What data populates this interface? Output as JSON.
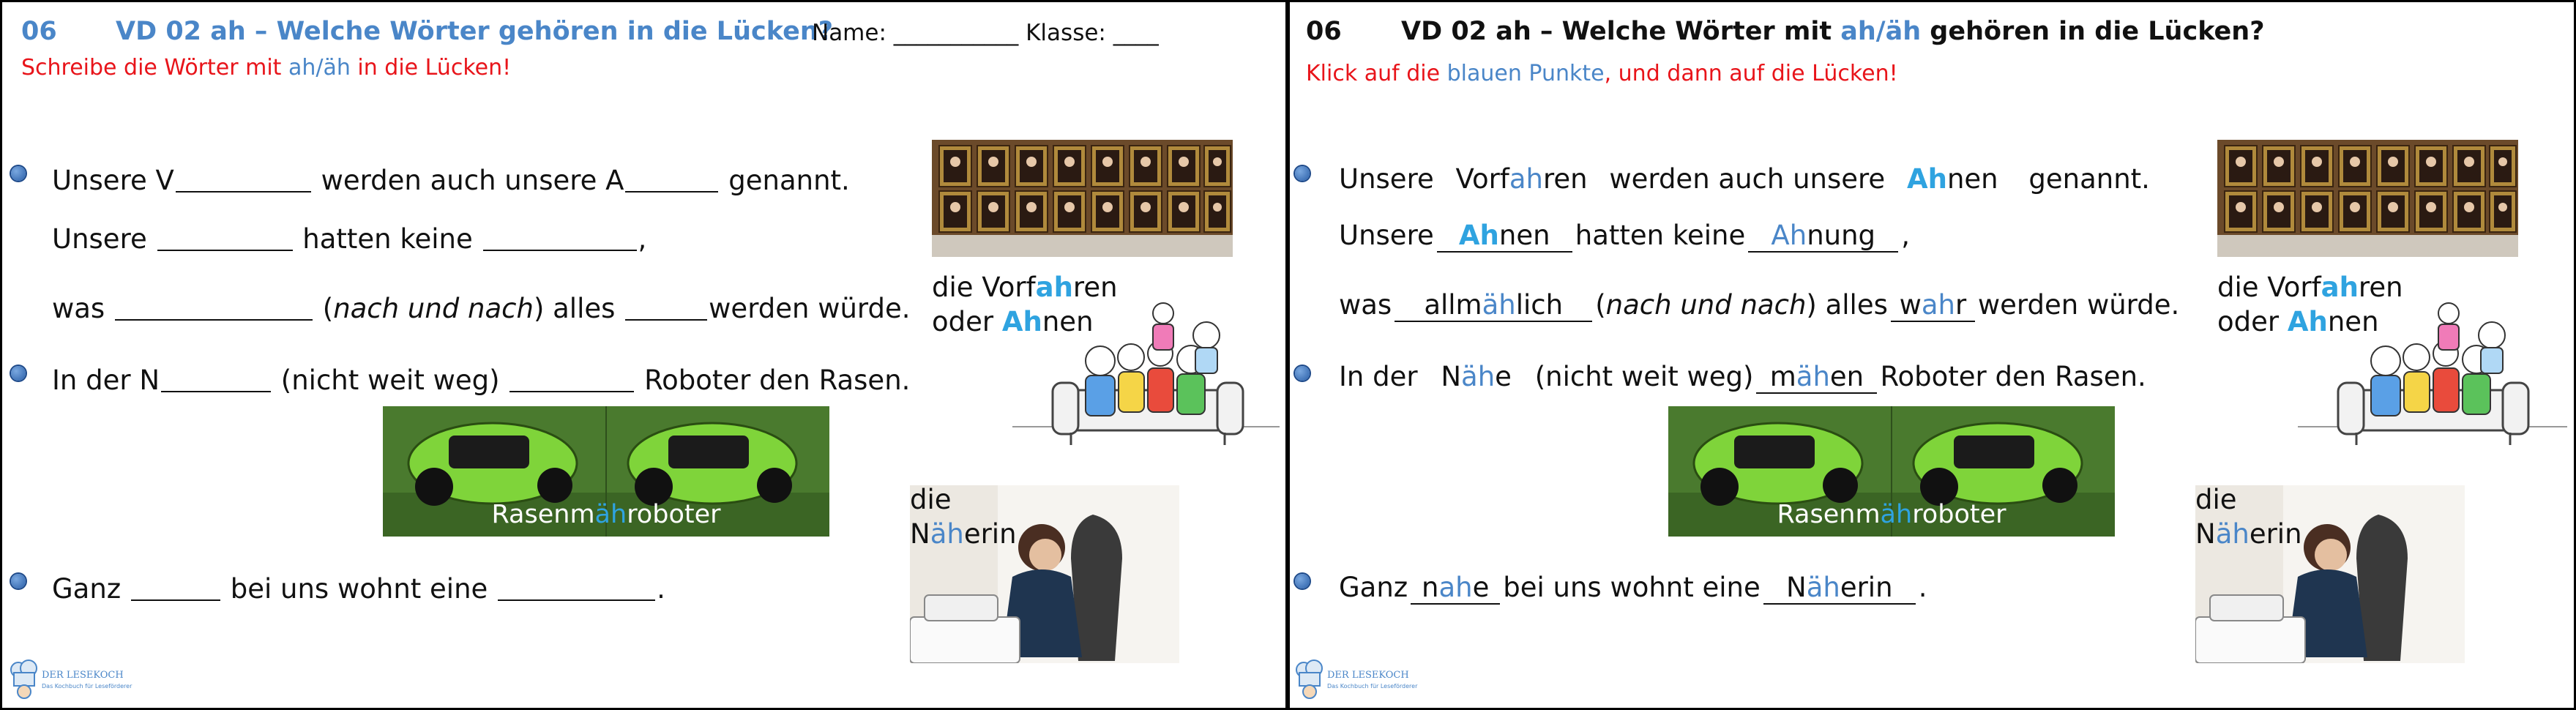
{
  "left": {
    "num": "06",
    "title": "VD 02 ah – Welche Wörter gehören in die Lücken?",
    "name_label": "Name: ___________ Klasse: ____",
    "instr_a": "Schreibe die Wörter mit ",
    "instr_b": "ah/äh",
    "instr_c": " in die Lücken!",
    "s1_a": "Unsere  V",
    "s1_b": " werden auch unsere  A",
    "s1_c": " genannt.",
    "s2_a": "Unsere ",
    "s2_b": " hatten keine ",
    "s2_c": ",",
    "s3_a": "was ",
    "s3_b": " (",
    "s3_em": "nach und nach",
    "s3_c": ") alles ",
    "s3_d": "werden würde.",
    "s4_a": "In der N",
    "s4_b": " (nicht weit weg) ",
    "s4_c": " Roboter den Rasen.",
    "s5_a": "Ganz ",
    "s5_b": " bei uns wohnt eine ",
    "s5_c": "."
  },
  "right": {
    "num": "06",
    "title_a": "VD 02 ah – Welche Wörter mit ",
    "title_b": "ah/äh",
    "title_c": " gehören in die Lücken?",
    "instr_a": "Klick auf die ",
    "instr_b": "blauen Punkte",
    "instr_c": ", und dann auf die Lücken!",
    "s1_a": "Unsere",
    "s1_w1a": "Vorf",
    "s1_w1b": "ah",
    "s1_w1c": "ren",
    "s1_b": "werden auch unsere",
    "s1_w2a": "Ah",
    "s1_w2b": "nen",
    "s1_c": "genannt.",
    "s2_a": "Unsere",
    "s2_w1a": "Ah",
    "s2_w1b": "nen",
    "s2_b": "hatten keine",
    "s2_w2a": "Ah",
    "s2_w2b": "nung",
    "s2_c": ",",
    "s3_a": "was",
    "s3_w1a": "allm",
    "s3_w1b": "äh",
    "s3_w1c": "lich",
    "s3_b": "(",
    "s3_em": "nach und nach",
    "s3_c": ") alles",
    "s3_w2a": "w",
    "s3_w2b": "ah",
    "s3_w2c": "r",
    "s3_d": "werden würde.",
    "s4_a": "In der",
    "s4_w1a": "N",
    "s4_w1b": "äh",
    "s4_w1c": "e",
    "s4_b": "(nicht weit weg)",
    "s4_w2a": "m",
    "s4_w2b": "äh",
    "s4_w2c": "en",
    "s4_c": "Roboter den Rasen.",
    "s5_a": "Ganz",
    "s5_w1a": "n",
    "s5_w1b": "ah",
    "s5_w1c": "e",
    "s5_b": "bei uns wohnt eine",
    "s5_w2a": "N",
    "s5_w2b": "äh",
    "s5_w2c": "erin",
    "s5_c": "."
  },
  "captions": {
    "vorfahren_a": "die Vorf",
    "vorfahren_b": "ah",
    "vorfahren_c": "ren",
    "ahnen_a": "oder ",
    "ahnen_b": "Ah",
    "ahnen_c": "nen",
    "robot_a": "Rasenm",
    "robot_b": "äh",
    "robot_c": "roboter",
    "naeherin_a": "die",
    "naeherin_b": "N",
    "naeherin_c": "äh",
    "naeherin_d": "erin"
  },
  "logo": {
    "name": "DER LESEKOCH",
    "tagline": "Das Kochbuch für Leseförderer"
  },
  "colors": {
    "accent_blue": "#4a86c8",
    "bright_blue": "#2fa3e0",
    "instruction_red": "#e8141a"
  }
}
